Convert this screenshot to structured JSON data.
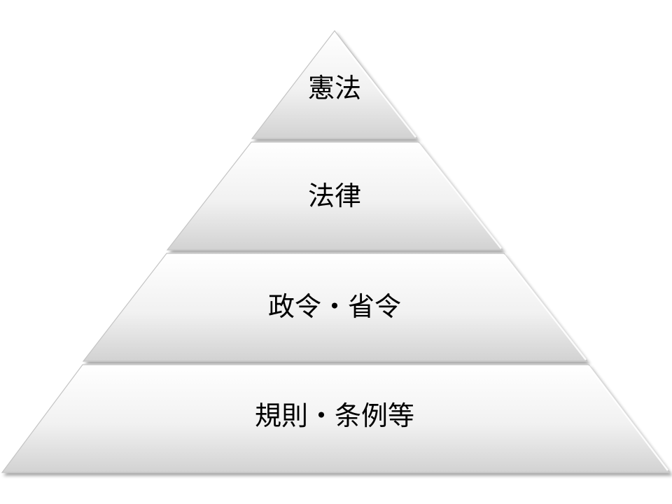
{
  "pyramid": {
    "tiers": [
      {
        "label": "憲法"
      },
      {
        "label": "法律"
      },
      {
        "label": "政令・省令"
      },
      {
        "label": "規則・条例等"
      }
    ]
  }
}
